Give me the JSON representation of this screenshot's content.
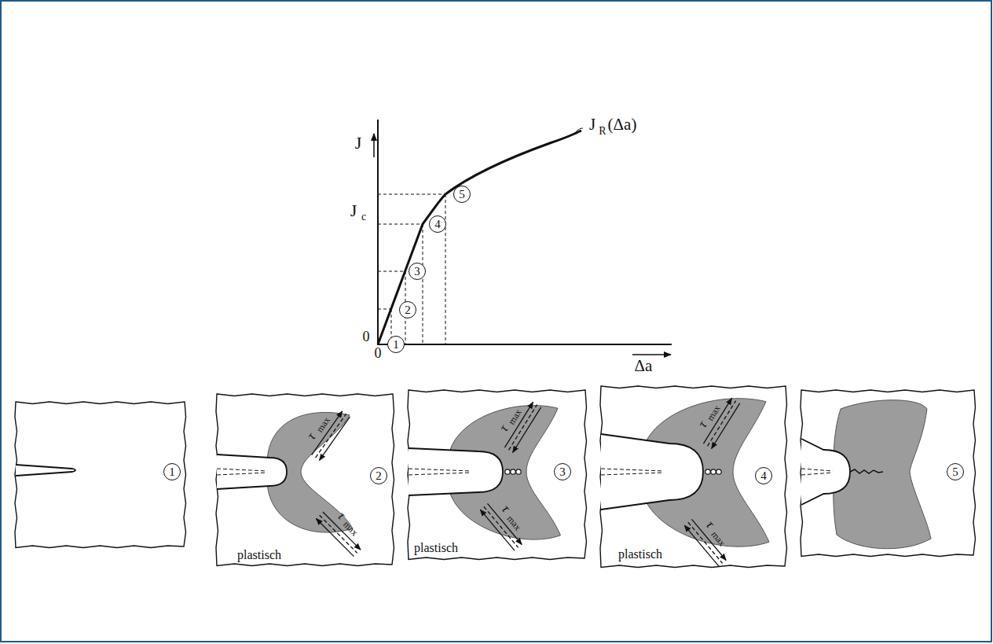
{
  "diagram": {
    "nodes": [
      {
        "text": [
          "1"
        ]
      },
      {
        "text": [
          "2"
        ]
      },
      {
        "text": [
          "3"
        ]
      },
      {
        "text": [
          "4"
        ]
      },
      {
        "text": [
          "5"
        ]
      },
      {
        "text": [
          "1"
        ]
      },
      {
        "text": [
          "2"
        ]
      },
      {
        "text": [
          "3"
        ]
      },
      {
        "text": [
          "4"
        ]
      },
      {
        "text": [
          "5"
        ]
      }
    ],
    "labels": [
      "J",
      "J",
      "c",
      "J",
      "R",
      "(Δa)",
      "0",
      "0",
      "Δa",
      "τ",
      "max",
      "τ",
      "max",
      "τ",
      "max",
      "τ",
      "max",
      "τ",
      "max",
      "τ",
      "max",
      "plastisch",
      "plastisch",
      "plastisch"
    ]
  }
}
